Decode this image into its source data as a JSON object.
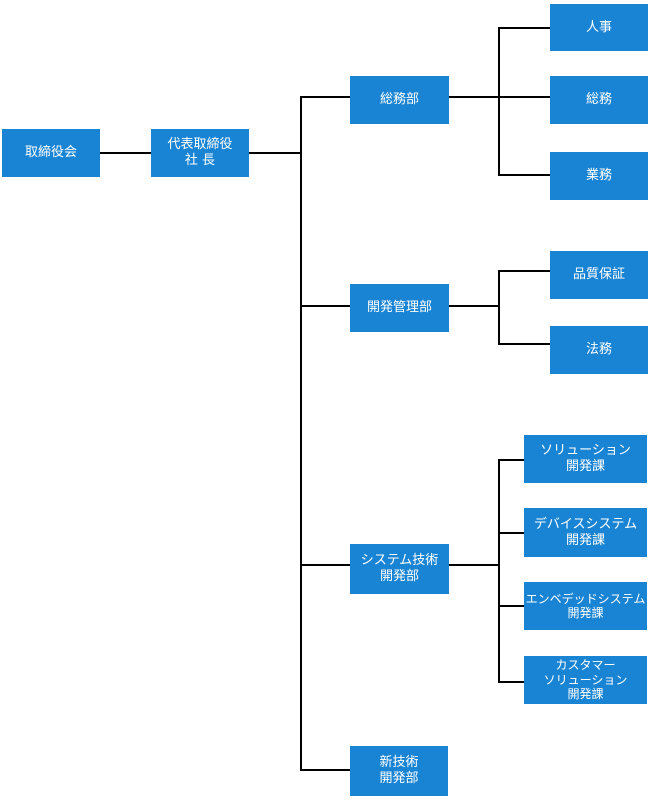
{
  "org_chart": {
    "nodes": {
      "board": {
        "lines": [
          "取締役会"
        ]
      },
      "ceo": {
        "lines": [
          "代表取締役",
          "社 長"
        ]
      },
      "general_affairs": {
        "lines": [
          "総務部"
        ]
      },
      "hr": {
        "lines": [
          "人事"
        ]
      },
      "general_affairs_section": {
        "lines": [
          "総務"
        ]
      },
      "operations": {
        "lines": [
          "業務"
        ]
      },
      "dev_management": {
        "lines": [
          "開発管理部"
        ]
      },
      "quality_assurance": {
        "lines": [
          "品質保証"
        ]
      },
      "legal": {
        "lines": [
          "法務"
        ]
      },
      "system_tech": {
        "lines": [
          "システム技術",
          "開発部"
        ]
      },
      "solution_dev": {
        "lines": [
          "ソリューション",
          "開発課"
        ]
      },
      "device_system_dev": {
        "lines": [
          "デバイスシステム",
          "開発課"
        ]
      },
      "embedded_system_dev": {
        "lines": [
          "エンベデッドシステム",
          "開発課"
        ]
      },
      "customer_solution_dev": {
        "lines": [
          "カスタマー",
          "ソリューション",
          "開発課"
        ]
      },
      "new_tech": {
        "lines": [
          "新技術",
          "開発部"
        ]
      }
    },
    "colors": {
      "box_fill": "#1a84d4",
      "box_text": "#ffffff",
      "connector": "#000000"
    }
  }
}
